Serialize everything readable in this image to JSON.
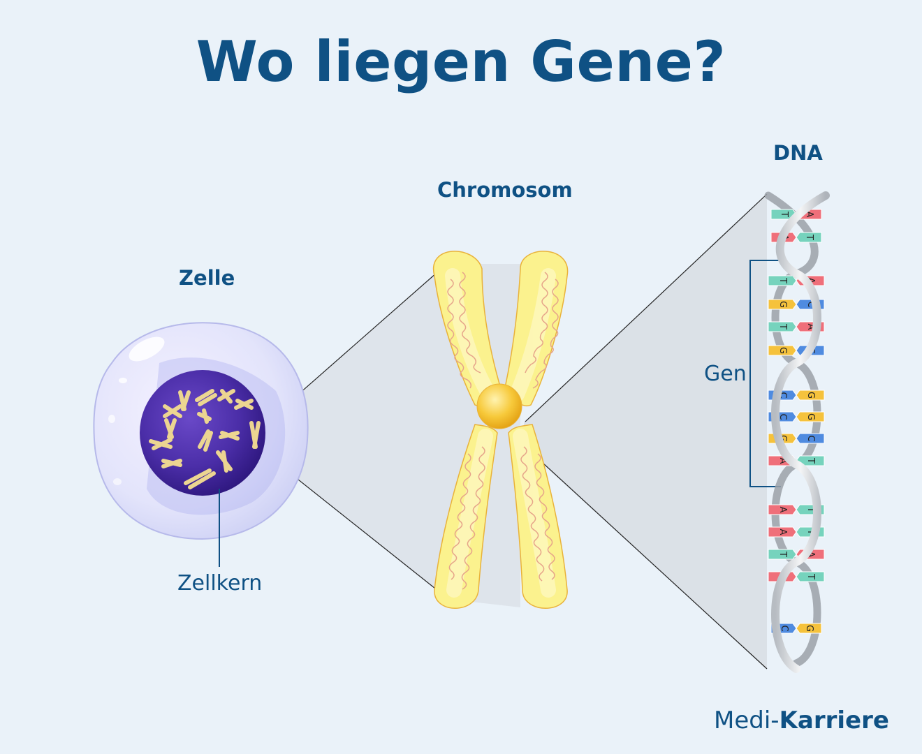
{
  "title": "Wo liegen Gene?",
  "labels": {
    "cell": "Zelle",
    "nucleus": "Zellkern",
    "chromosome": "Chromosom",
    "dna": "DNA",
    "gene": "Gen"
  },
  "brand": {
    "part1": "Medi-",
    "part2": "Karriere"
  },
  "base_pairs": [
    [
      "T",
      "A"
    ],
    [
      "A",
      "T"
    ],
    [
      "T",
      "A"
    ],
    [
      "G",
      "C"
    ],
    [
      "T",
      "A"
    ],
    [
      "G",
      "C"
    ],
    [
      "C",
      "G"
    ],
    [
      "C",
      "G"
    ],
    [
      "G",
      "C"
    ],
    [
      "A",
      "T"
    ],
    [
      "A",
      "T"
    ],
    [
      "A",
      "T"
    ],
    [
      "T",
      "A"
    ],
    [
      "A",
      "T"
    ],
    [
      "C",
      "G"
    ]
  ],
  "colors": {
    "A": "#ef6f7a",
    "T": "#76d3bd",
    "G": "#f5c23c",
    "C": "#4f8be0",
    "text": "#0f5184",
    "background": "#eaf2f9"
  }
}
